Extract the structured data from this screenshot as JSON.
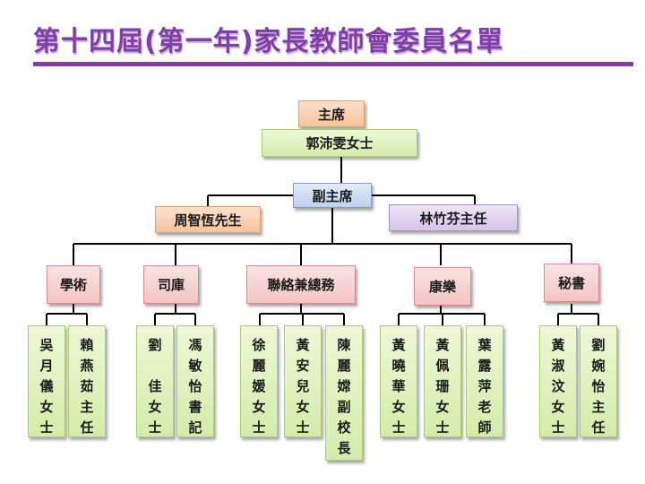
{
  "title": "第十四屆(第一年)家長教師會委員名單",
  "chair": {
    "role": "主席",
    "name": "郭沛雯女士"
  },
  "vice_chair": {
    "role": "副主席",
    "left_name": "周智恆先生",
    "right_name": "林竹芬主任"
  },
  "departments": [
    {
      "label": "學術",
      "members": [
        "吳月儀女士",
        "賴燕茹主任"
      ]
    },
    {
      "label": "司庫",
      "members": [
        "劉 佳女士",
        "馮敏怡書記"
      ]
    },
    {
      "label": "聯絡兼總務",
      "members": [
        "徐麗媛女士",
        "黃安兒女士",
        "陳麗嫦副校長"
      ]
    },
    {
      "label": "康樂",
      "members": [
        "黃曉華女士",
        "黃佩珊女士",
        "葉露萍老師"
      ]
    },
    {
      "label": "秘書",
      "members": [
        "黃淑汶女士",
        "劉婉怡主任"
      ]
    }
  ],
  "colors": {
    "title": "#7f3fa7",
    "role_box": "#f7c29c",
    "name_box": "#d3ecaa",
    "vice_box": "#bcd0ee",
    "right_vice_box": "#d6c3ea",
    "dept_box": "#f4c4c4",
    "connector": "#000000"
  }
}
